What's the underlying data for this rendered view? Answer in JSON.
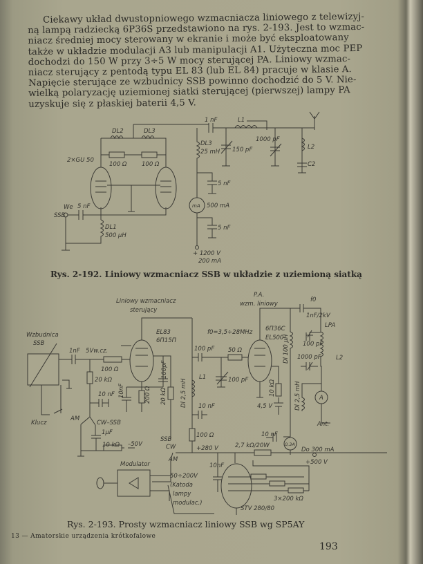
{
  "prose": [
    "Ciekawy układ dwustopniowego wzmacniacza liniowego z telewizyj-",
    "ną lampą radziecką 6P36S przedstawiono na rys. 2-193. Jest to wzmac-",
    "niacz średniej mocy sterowany w ekranie i może być eksploatowany",
    "także w układzie modulacji A3 lub manipulacji A1. Użyteczna moc PEP",
    "dochodzi do 150 W przy 3÷5 W mocy sterującej PA. Liniowy wzmac-",
    "niacz sterujący z pentodą typu EL 83 (lub EL 84) pracuje w klasie A.",
    "Napięcie sterujące ze wzbudnicy SSB powinno dochodzić do 5 V. Nie-",
    "wielką polaryzację uziemionej siatki sterującej (pierwszej) lampy PA",
    "uzyskuje się z płaskiej baterii 4,5 V."
  ],
  "fig1": {
    "caption": "Rys. 2-192. Liniowy wzmacniacz SSB w układzie z uziemioną siatką",
    "labels": [
      "1 nF",
      "L1",
      "DL2",
      "DL3",
      "100 Ω",
      "100 Ω",
      "2×GU 50",
      "We",
      "SSB",
      "5 nF",
      "DL1",
      "500 µH",
      "DL3",
      "25 mH",
      "150 pF",
      "1000 pF",
      "L2",
      "C2",
      "5 nF",
      "mA",
      "500 mA",
      "5 nF",
      "+ 1200 V",
      "200 mA"
    ]
  },
  "fig2": {
    "caption": "Rys. 2-193. Prosty wzmacniacz liniowy SSB wg SP5AY",
    "labels": [
      "Liniowy wzmacniacz",
      "sterujący",
      "Wzbudnica",
      "SSB",
      "1nF",
      "5Vw.cz.",
      "100 Ω",
      "EL83",
      "6П15П",
      "20 kΩ",
      "10 nF",
      "Klucz",
      "AM",
      "CW–SSB",
      "1µF",
      "10 kΩ",
      "–50V",
      "10nF",
      "200 Ω",
      "100pF",
      "20 kΩ",
      "Modulator",
      "50÷200V",
      "(Katoda",
      "lampy",
      "modulac.)",
      "SSB",
      "CW",
      "AM",
      "Dl 2,5 mH",
      "L1",
      "100 pF",
      "10 nF",
      "100 Ω",
      "+280 V",
      "P.A.",
      "wzm. liniowy",
      "f0",
      "1nF/2kV",
      "f0=3,5÷28MHz",
      "6П36С",
      "EL500",
      "50 Ω",
      "100 pF",
      "10 kΩ",
      "4,5 V",
      "Dl 100 µH",
      "LPA",
      "100 pF",
      "1000 pF",
      "L2",
      "Dl 2,5 mH",
      "A",
      "Ant.",
      "10 nF",
      "0,3A",
      "2,7 kΩ/20W",
      "Do 300 mA",
      "+500 V",
      "10nF",
      "STV 280/80",
      "3×200 kΩ"
    ]
  },
  "footer": {
    "left": "13 — Amatorskie urządzenia krótkofalowe",
    "page_number": "193"
  }
}
